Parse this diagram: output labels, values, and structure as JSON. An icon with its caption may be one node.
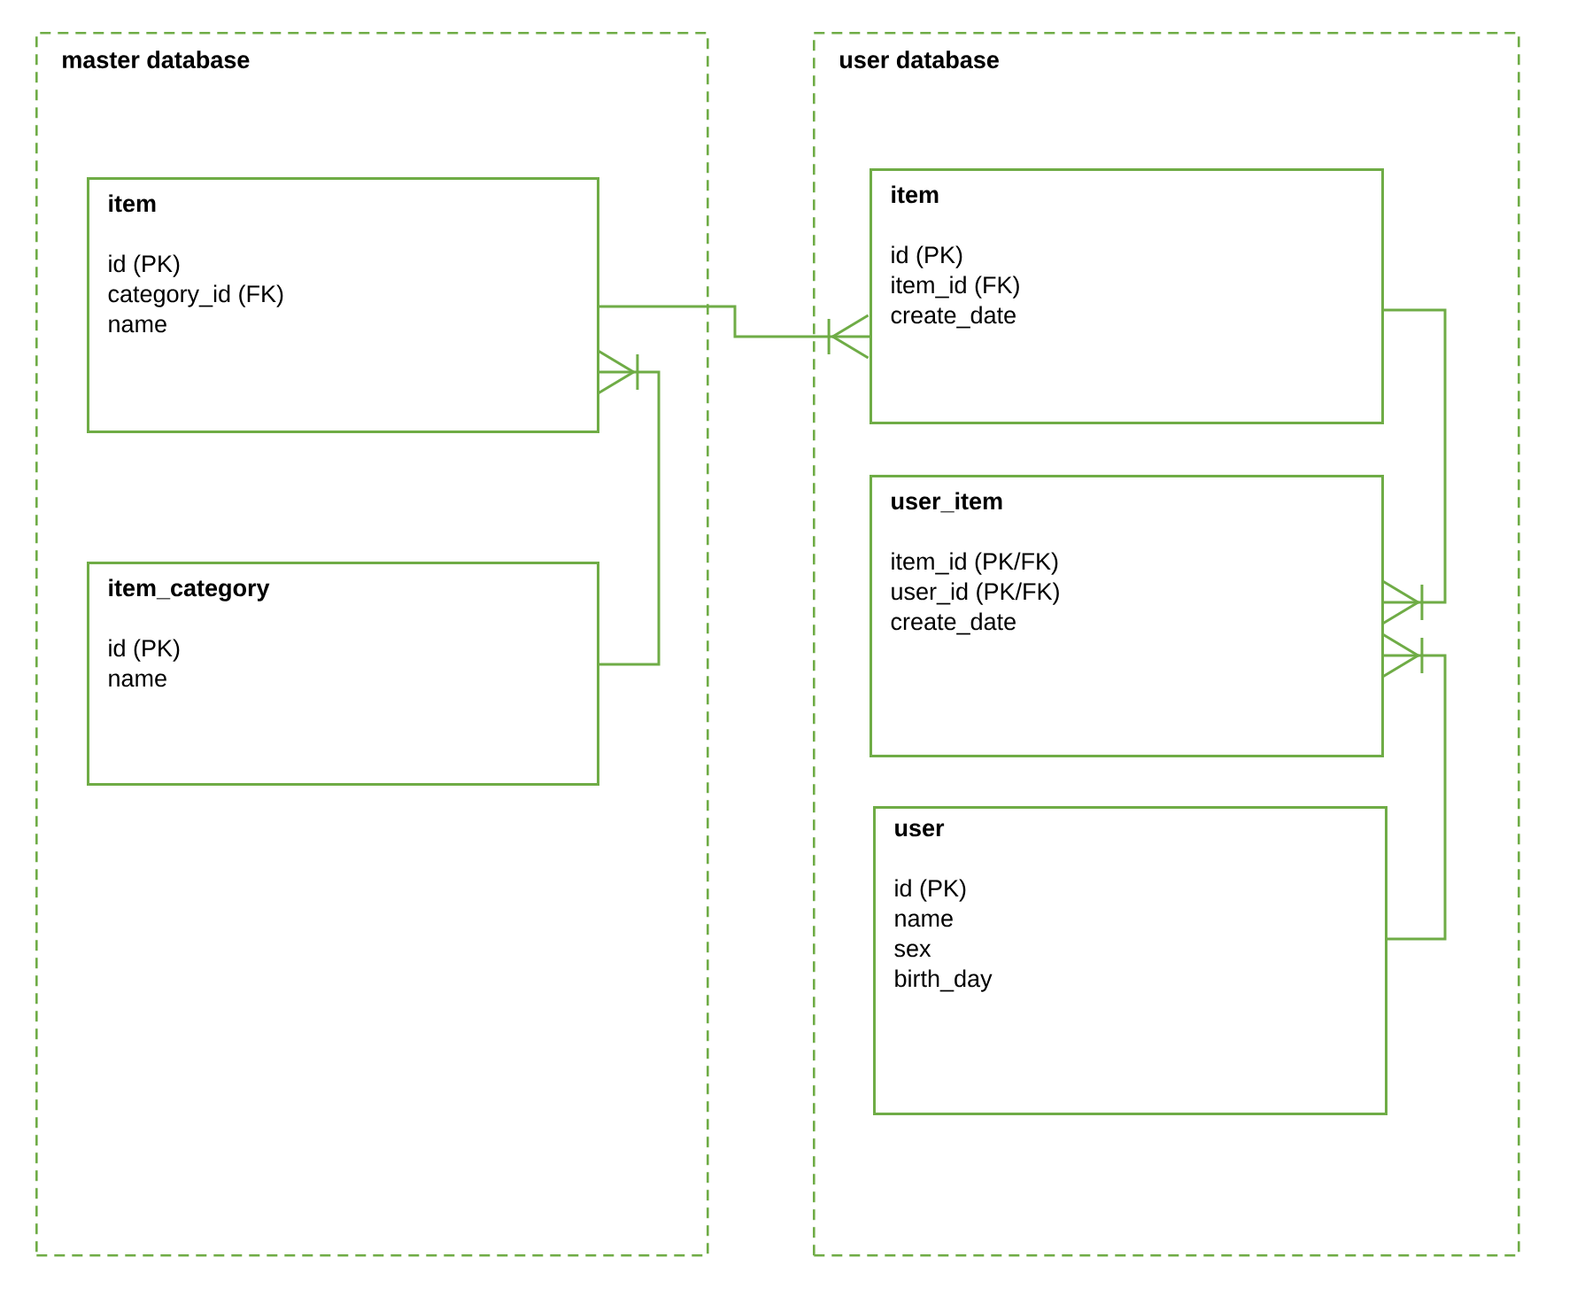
{
  "diagram": {
    "nodes": [
      {
        "text": [
          "master database"
        ]
      },
      {
        "text": [
          "item",
          "id (PK)",
          "category_id (FK)",
          "name"
        ],
        "in": 0
      },
      {
        "text": [
          "item_category",
          "id (PK)",
          "name"
        ],
        "in": 0
      },
      {
        "text": [
          "user database"
        ]
      },
      {
        "text": [
          "item",
          "id (PK)",
          "item_id (FK)",
          "create_date"
        ],
        "in": 3
      },
      {
        "text": [
          "user_item",
          "item_id (PK/FK)",
          "user_id (PK/FK)",
          "create_date"
        ],
        "in": 3
      },
      {
        "text": [
          "user",
          "id (PK)",
          "name",
          "sex",
          "birth_day"
        ],
        "in": 3
      }
    ],
    "edges": [
      {
        "from": 1,
        "to": 4,
        "arrow": "other"
      },
      {
        "from": 2,
        "to": 1,
        "arrow": "other"
      },
      {
        "from": 4,
        "to": 5,
        "arrow": "other"
      },
      {
        "from": 6,
        "to": 5,
        "arrow": "other"
      }
    ]
  }
}
